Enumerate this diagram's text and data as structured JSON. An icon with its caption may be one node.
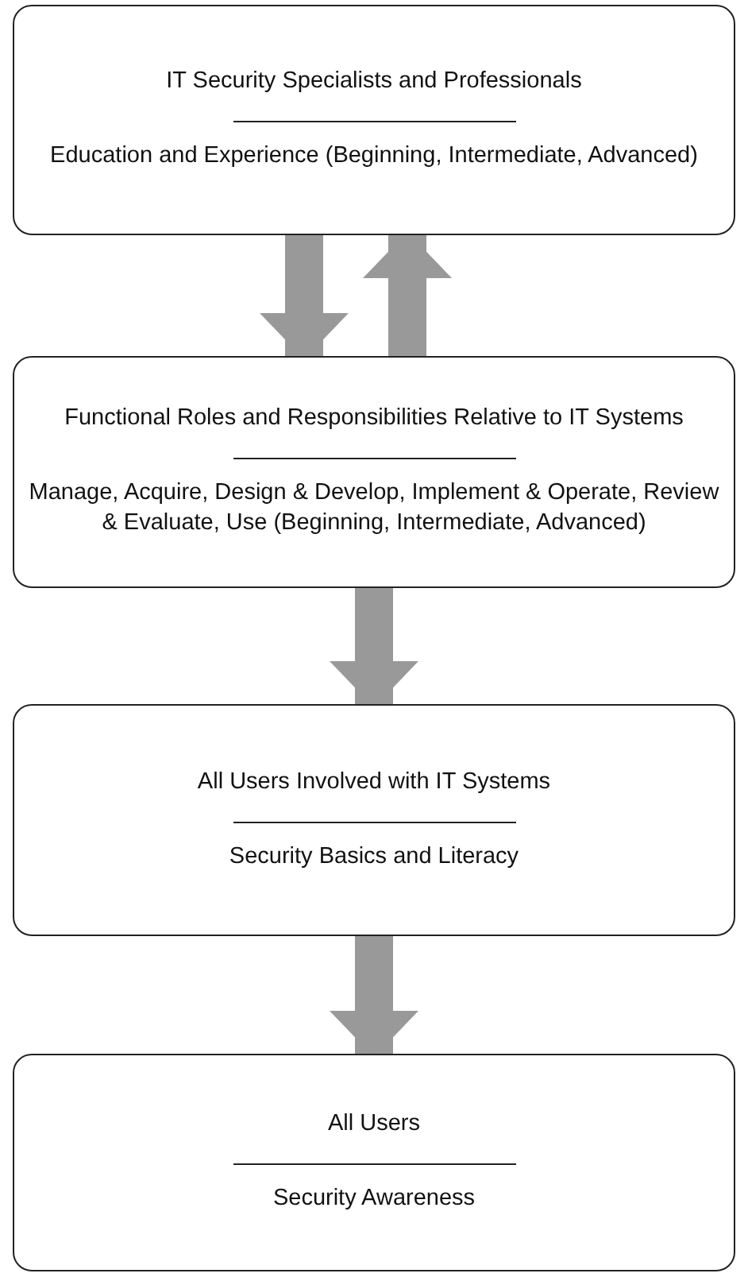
{
  "diagram": {
    "nodes": [
      {
        "text": [
          "IT Security Specialists and Professionals",
          "Education and Experience (Beginning, Intermediate, Advanced)"
        ]
      },
      {
        "text": [
          "Functional Roles and Responsibilities Relative to IT Systems",
          "Manage, Acquire, Design & Develop, Implement & Operate, Review & Evaluate, Use (Beginning, Intermediate, Advanced)"
        ]
      },
      {
        "text": [
          "All Users Involved with IT Systems",
          "Security Basics and Literacy"
        ]
      },
      {
        "text": [
          "All Users",
          "Security Awareness"
        ]
      }
    ],
    "edges": [
      {
        "from": 0,
        "to": 1,
        "arrow": "to"
      },
      {
        "from": 1,
        "to": 0,
        "arrow": "to"
      },
      {
        "from": 1,
        "to": 2,
        "arrow": "to"
      },
      {
        "from": 2,
        "to": 3,
        "arrow": "to"
      }
    ]
  }
}
